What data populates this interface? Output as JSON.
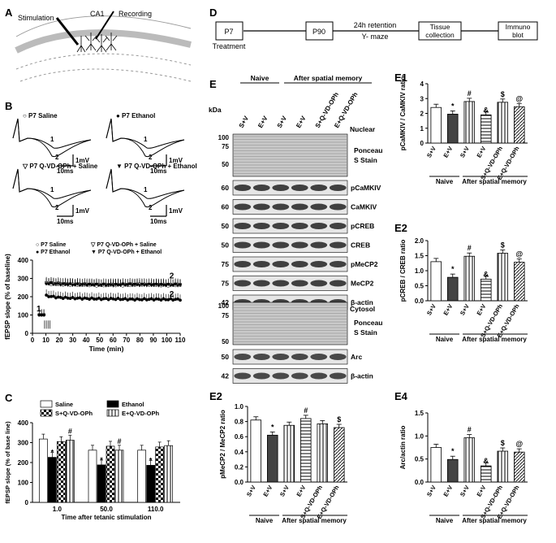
{
  "panel_letters": {
    "A": "A",
    "B": "B",
    "C": "C",
    "D": "D",
    "E": "E",
    "E1": "E1",
    "E2": "E2",
    "E2b": "E2",
    "E4": "E4"
  },
  "panelA": {
    "stim": "Stimulation",
    "ca1": "CA1",
    "rec": "Recording"
  },
  "panelB": {
    "traces": [
      {
        "label": "P7 Saline",
        "marker": "○"
      },
      {
        "label": "P7 Ethanol",
        "marker": "●"
      },
      {
        "label": "P7 Q-VD-OPh + Saline",
        "marker": "▽"
      },
      {
        "label": "P7 Q-VD-OPh + Ethanol",
        "marker": "▼"
      }
    ],
    "scale_v": "1mV",
    "scale_t": "10ms",
    "n1": "1",
    "n2": "2",
    "legend": [
      "P7 Saline",
      "P7 Q-VD-OPh + Saline",
      "P7 Ethanol",
      "P7 Q-VD-OPh + Ethanol"
    ],
    "legend_markers": [
      "○",
      "▽",
      "●",
      "▼"
    ]
  },
  "panelD": {
    "p7": "P7",
    "treatment": "Treatment",
    "p90": "P90",
    "retention": "24h retention",
    "ymaze": "Y- maze",
    "tissue1": "Tissue",
    "tissue2": "collection",
    "immuno1": "Immuno",
    "immuno2": "blot"
  },
  "panelE": {
    "naive": "Naive",
    "after": "After spatial memory",
    "kda": "kDa",
    "lanes": [
      "S+V",
      "E+V",
      "S+V",
      "E+V",
      "S+Q-VD-OPh",
      "E+Q-VD-OPh"
    ],
    "nuclear": "Nuclear",
    "cytosol": "Cytosol",
    "ponceau": "Ponceau",
    "sstain": "S Stain",
    "mw_top": [
      "100",
      "75",
      "50"
    ],
    "bands": [
      {
        "mw": "60",
        "label": "pCaMKIV"
      },
      {
        "mw": "60",
        "label": "CaMKIV"
      },
      {
        "mw": "50",
        "label": "pCREB"
      },
      {
        "mw": "50",
        "label": "CREB"
      },
      {
        "mw": "75",
        "label": "pMeCP2"
      },
      {
        "mw": "75",
        "label": "MeCP2"
      },
      {
        "mw": "42",
        "label": "β-actin"
      }
    ],
    "mw_cyto": [
      "100",
      "75",
      "50"
    ],
    "bands2": [
      {
        "mw": "50",
        "label": "Arc"
      },
      {
        "mw": "42",
        "label": "β-actin"
      }
    ]
  },
  "colors": {
    "saline": "#ffffff",
    "ethanol": "#000000",
    "dark_bar": "#444444",
    "line": "#000000"
  },
  "chart_data": [
    {
      "id": "B-ltp",
      "type": "scatter",
      "xlabel": "Time (min)",
      "ylabel": "fEPSP slope (% of baseline)",
      "xlim": [
        0,
        110
      ],
      "ylim": [
        0,
        400
      ],
      "xticks": [
        "0",
        "10",
        "20",
        "30",
        "40",
        "50",
        "60",
        "70",
        "80",
        "90",
        "100",
        "110"
      ],
      "yticks": [
        "0",
        "100",
        "200",
        "300",
        "400"
      ],
      "annotations": [
        "1",
        "2",
        "2"
      ],
      "series": [
        {
          "name": "P7 Saline",
          "values": [
            100,
            270,
            268,
            265,
            265,
            262,
            265,
            262,
            268,
            265,
            262,
            265
          ]
        },
        {
          "name": "P7 Ethanol",
          "values": [
            100,
            205,
            195,
            192,
            190,
            188,
            188,
            186,
            185,
            186,
            185,
            185
          ]
        },
        {
          "name": "P7 Q-VD-OPh + Saline",
          "values": [
            100,
            275,
            270,
            268,
            266,
            265,
            265,
            267,
            265,
            264,
            266,
            265
          ]
        },
        {
          "name": "P7 Q-VD-OPh + Ethanol",
          "values": [
            100,
            272,
            268,
            265,
            265,
            264,
            263,
            266,
            264,
            265,
            263,
            264
          ]
        }
      ]
    },
    {
      "id": "C",
      "type": "bar",
      "xlabel": "Time after tetanic stimulation",
      "ylabel": "fEPSP slope (% of base line)",
      "categories": [
        "1.0",
        "50.0",
        "110.0"
      ],
      "ylim": [
        0,
        400
      ],
      "yticks": [
        "0",
        "100",
        "200",
        "300",
        "400"
      ],
      "series": [
        {
          "name": "Saline",
          "values": [
            318,
            262,
            262
          ],
          "sig": [
            "",
            "",
            ""
          ]
        },
        {
          "name": "Ethanol",
          "values": [
            226,
            188,
            186
          ],
          "sig": [
            "*",
            "*",
            "*"
          ]
        },
        {
          "name": "S+Q-VD-OPh",
          "values": [
            305,
            282,
            278
          ],
          "sig": [
            "",
            "",
            ""
          ]
        },
        {
          "name": "E+Q-VD-OPh",
          "values": [
            312,
            262,
            285
          ],
          "sig": [
            "#",
            "#",
            ""
          ]
        }
      ]
    },
    {
      "id": "E1",
      "type": "bar",
      "ylabel": "pCaMKIV / CaMKIV ratio",
      "categories": [
        "S+V",
        "E+V",
        "S+V",
        "E+V",
        "S+Q-VD-OPh",
        "E+Q-VD-OPh"
      ],
      "values": [
        2.4,
        1.95,
        2.8,
        1.9,
        2.75,
        2.45
      ],
      "ylim": [
        0,
        4
      ],
      "yticks": [
        "0",
        "1",
        "2",
        "3",
        "4"
      ],
      "sig": [
        "",
        "*",
        "#",
        "&",
        "$",
        "@"
      ],
      "group1": "Naive",
      "group2": "After spatial memory"
    },
    {
      "id": "E2",
      "type": "bar",
      "ylabel": "pCREB / CREB ratio",
      "categories": [
        "S+V",
        "E+V",
        "S+V",
        "E+V",
        "S+Q-VD-OPh",
        "E+Q-VD-OPh"
      ],
      "values": [
        1.3,
        0.78,
        1.48,
        0.72,
        1.58,
        1.28
      ],
      "ylim": [
        0,
        2.0
      ],
      "yticks": [
        "0.0",
        "0.5",
        "1.0",
        "1.5",
        "2.0"
      ],
      "sig": [
        "",
        "*",
        "#",
        "&",
        "$",
        "@"
      ],
      "group1": "Naive",
      "group2": "After spatial memory"
    },
    {
      "id": "E2b",
      "type": "bar",
      "ylabel": "pMeCP2 / MeCP2 ratio",
      "categories": [
        "S+V",
        "E+V",
        "S+V",
        "E+V",
        "S+Q-VD-OPh",
        "E+Q-VD-OPh"
      ],
      "values": [
        0.82,
        0.62,
        0.75,
        0.84,
        0.77,
        0.72
      ],
      "ylim": [
        0,
        1.0
      ],
      "yticks": [
        "0.0",
        "0.2",
        "0.4",
        "0.6",
        "0.8",
        "1.0"
      ],
      "sig": [
        "",
        "*",
        "",
        "#",
        "",
        "$"
      ],
      "group1": "Naive",
      "group2": "After spatial memory"
    },
    {
      "id": "E4",
      "type": "bar",
      "ylabel": "Arc/actin ratio",
      "categories": [
        "S+V",
        "E+V",
        "S+V",
        "E+V",
        "S+Q-VD-OPh",
        "E+Q-VD-OPh"
      ],
      "values": [
        0.75,
        0.49,
        0.96,
        0.35,
        0.67,
        0.65
      ],
      "ylim": [
        0,
        1.5
      ],
      "yticks": [
        "0.0",
        "0.5",
        "1.0",
        "1.5"
      ],
      "sig": [
        "",
        "*",
        "#",
        "&",
        "$",
        "@"
      ],
      "group1": "Naive",
      "group2": "After spatial memory"
    }
  ]
}
